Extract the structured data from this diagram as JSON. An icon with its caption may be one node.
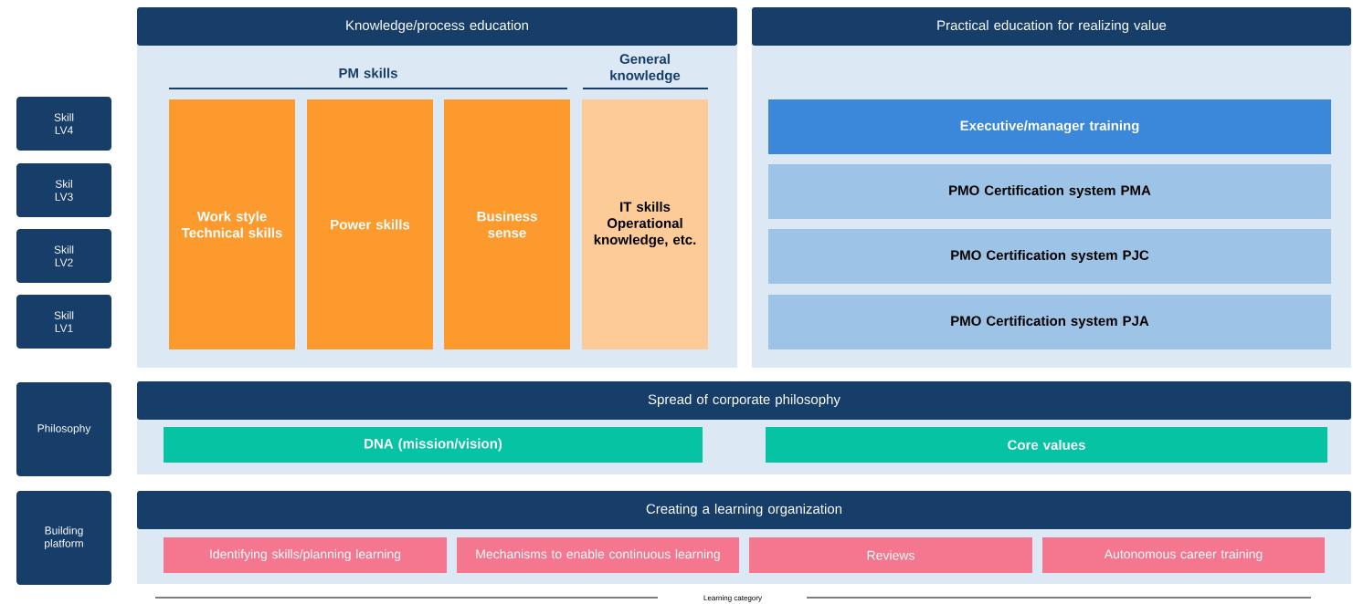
{
  "diagram": {
    "nodes": [
      {
        "text": [
          "Knowledge/process education"
        ]
      },
      {
        "text": [
          "Work style Technical skills"
        ],
        "in": 0
      },
      {
        "text": [
          "Power skills"
        ],
        "in": 0
      },
      {
        "text": [
          "Business sense"
        ],
        "in": 0
      },
      {
        "text": [
          "IT skills Operational knowledge, etc."
        ],
        "in": 0
      },
      {
        "text": [
          "Practical education for realizing value"
        ]
      },
      {
        "text": [
          "Executive/manager training"
        ],
        "in": 5
      },
      {
        "text": [
          "PMO Certification system PMA"
        ],
        "in": 5
      },
      {
        "text": [
          "PMO Certification system PJC"
        ],
        "in": 5
      },
      {
        "text": [
          "PMO Certification system PJA"
        ],
        "in": 5
      },
      {
        "text": [
          "Skill LV4"
        ]
      },
      {
        "text": [
          "Skil LV3"
        ]
      },
      {
        "text": [
          "Skill LV2"
        ]
      },
      {
        "text": [
          "Skill LV1"
        ]
      },
      {
        "text": [
          "Philosophy"
        ]
      },
      {
        "text": [
          "Spread of corporate philosophy"
        ]
      },
      {
        "text": [
          "DNA (mission/vision)"
        ],
        "in": 15
      },
      {
        "text": [
          "Core values"
        ],
        "in": 15
      },
      {
        "text": [
          "Building platform"
        ]
      },
      {
        "text": [
          "Creating a learning organization"
        ]
      },
      {
        "text": [
          "Identifying skills/planning learning"
        ],
        "in": 19
      },
      {
        "text": [
          "Mechanisms to enable continuous learning"
        ],
        "in": 19
      },
      {
        "text": [
          "Reviews"
        ],
        "in": 19
      },
      {
        "text": [
          "Autonomous career training"
        ],
        "in": 19
      }
    ],
    "labels": [
      "PM skills",
      "General knowledge",
      "Learning category"
    ]
  }
}
